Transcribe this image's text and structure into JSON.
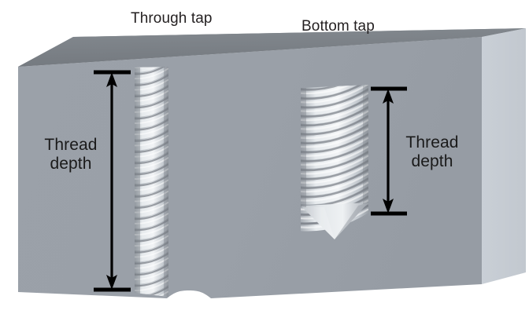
{
  "figure": {
    "type": "engineering-diagram",
    "subject": "Tapped holes in a metal block: through tap versus bottom tap",
    "background_color": "#ffffff"
  },
  "labels": {
    "through_tap": "Through tap",
    "bottom_tap": "Bottom tap"
  },
  "dimensions": {
    "left": {
      "line1": "Thread",
      "line2": "depth"
    },
    "right": {
      "line1": "Thread",
      "line2": "depth"
    }
  },
  "colors": {
    "block_front": "#9aa0a8",
    "block_top": "#7b8086",
    "block_side": "#c7cdd4",
    "thread_light": "#dfe3e7",
    "thread_mid": "#b3b9c0",
    "thread_shadow": "#6f757c",
    "annotation": "#000000",
    "text": "#231f20"
  },
  "geometry": {
    "through_hole_note": "hole passes fully through the block, notching the bottom edge",
    "bottom_hole_note": "blind hole terminating in a conical point",
    "through_thread_turns": 20,
    "bottom_thread_turns": 13
  }
}
